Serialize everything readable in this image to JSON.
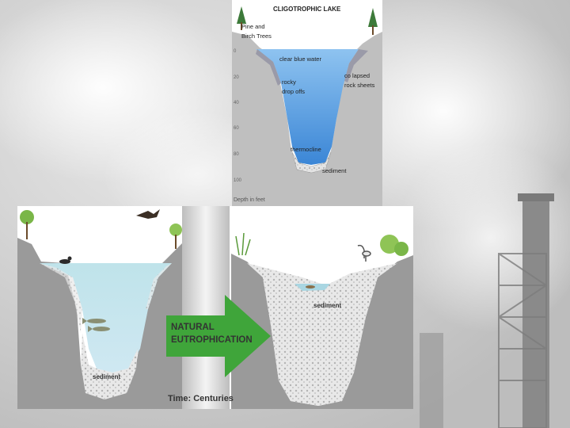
{
  "oligotrophic": {
    "title": "CLIGOTROPHIC LAKE",
    "trees_label": [
      "Pine and",
      "Birch Trees"
    ],
    "water_label": "clear blue water",
    "rocky_label": [
      "rocky",
      "drop offs"
    ],
    "collapsed_label": [
      "co lapsed",
      "rock sheets"
    ],
    "thermocline_label": "thermocline",
    "sediment_label": "sediment",
    "depth_ticks": [
      "0",
      "20",
      "40",
      "60",
      "80",
      "100"
    ],
    "depth_axis_label": "Depth in feet"
  },
  "eutrophication": {
    "left_sediment_label": "sediment",
    "right_sediment_label": "sediment",
    "arrow_label_line1": "NATURAL",
    "arrow_label_line2": "EUTROPHICATION",
    "time_label": "Time: Centuries"
  },
  "colors": {
    "clear_water": "#5a9fe0",
    "shallow_water": "#bfe0ea",
    "sediment": "#d9d9d9",
    "arrow": "#3fa53a",
    "ground": "#8c8c8c"
  }
}
